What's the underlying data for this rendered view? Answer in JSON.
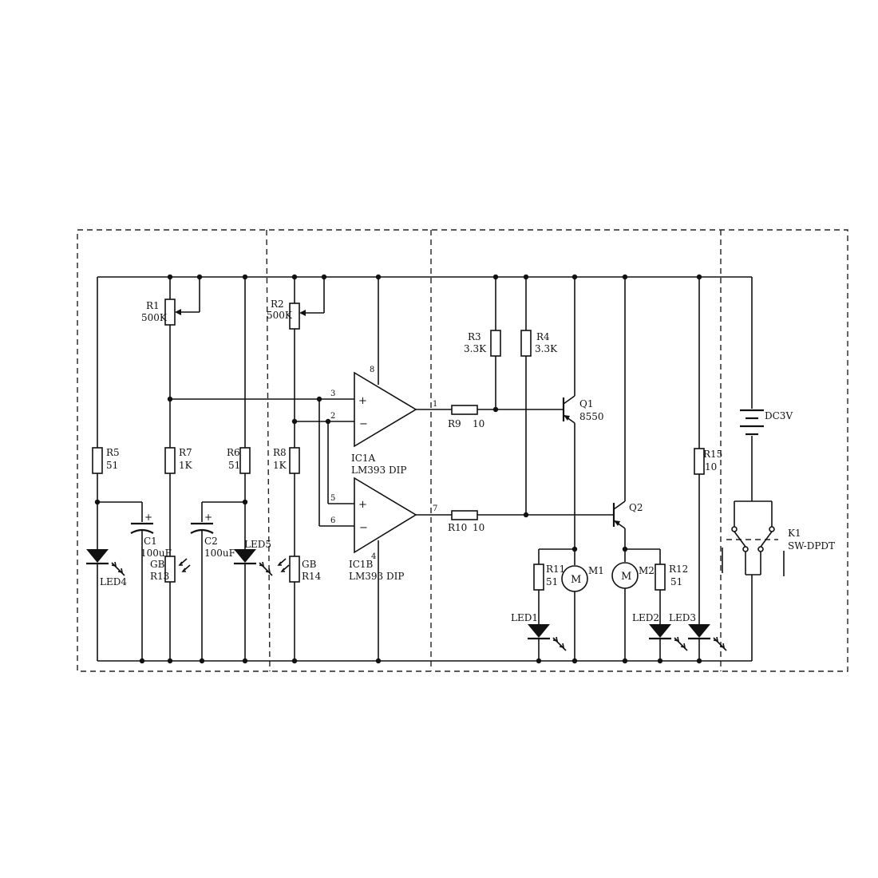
{
  "components": {
    "r1": {
      "ref": "R1",
      "value": "500K"
    },
    "r2": {
      "ref": "R2",
      "value": "500K"
    },
    "r3": {
      "ref": "R3",
      "value": "3.3K"
    },
    "r4": {
      "ref": "R4",
      "value": "3.3K"
    },
    "r5": {
      "ref": "R5",
      "value": "51"
    },
    "r6": {
      "ref": "R6",
      "value": "51"
    },
    "r7": {
      "ref": "R7",
      "value": "1K"
    },
    "r8": {
      "ref": "R8",
      "value": "1K"
    },
    "r9": {
      "ref": "R9",
      "value": "10"
    },
    "r10": {
      "ref": "R10",
      "value": "10"
    },
    "r11": {
      "ref": "R11",
      "value": "51"
    },
    "r12": {
      "ref": "R12",
      "value": "51"
    },
    "r13": {
      "ref": "R13",
      "type": "GB"
    },
    "r14": {
      "ref": "R14",
      "type": "GB"
    },
    "r15": {
      "ref": "R15",
      "value": "10"
    },
    "c1": {
      "ref": "C1",
      "value": "100uF"
    },
    "c2": {
      "ref": "C2",
      "value": "100uF"
    },
    "ic1a": {
      "ref": "IC1A",
      "part": "LM393 DIP"
    },
    "ic1b": {
      "ref": "IC1B",
      "part": "LM393 DIP"
    },
    "q1": {
      "ref": "Q1",
      "part": "8550"
    },
    "q2": {
      "ref": "Q2"
    },
    "m1": {
      "ref": "M1",
      "symbol": "M"
    },
    "m2": {
      "ref": "M2",
      "symbol": "M"
    },
    "led1": {
      "ref": "LED1"
    },
    "led2": {
      "ref": "LED2"
    },
    "led3": {
      "ref": "LED3"
    },
    "led4": {
      "ref": "LED4"
    },
    "led5": {
      "ref": "LED5"
    },
    "battery": {
      "ref": "DC3V"
    },
    "k1": {
      "ref": "K1",
      "part": "SW-DPDT"
    }
  },
  "pins": {
    "p1": "1",
    "p2": "2",
    "p3": "3",
    "p4": "4",
    "p5": "5",
    "p6": "6",
    "p7": "7",
    "p8": "8",
    "plus": "+",
    "minus": "−"
  },
  "colors": {
    "ink": "#111111",
    "background": "#ffffff"
  }
}
